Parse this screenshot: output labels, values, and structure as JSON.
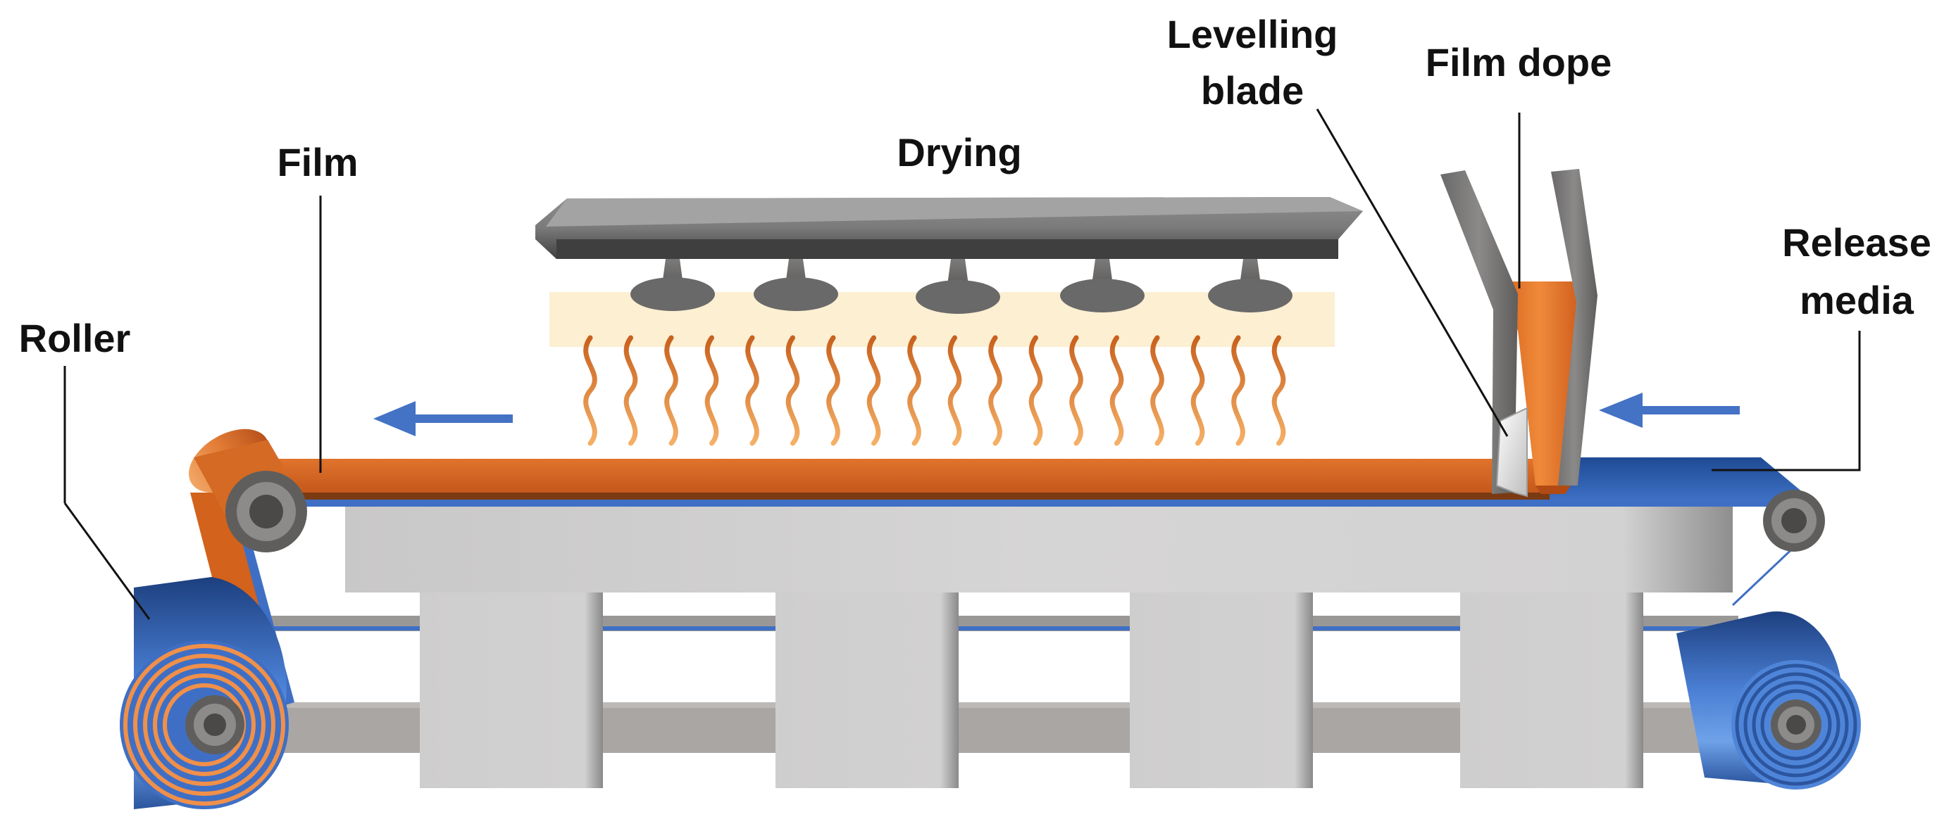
{
  "labels": {
    "levelling_blade_line1": "Levelling",
    "levelling_blade_line2": "blade",
    "film_dope": "Film dope",
    "film": "Film",
    "drying": "Drying",
    "roller": "Roller",
    "release_media_line1": "Release",
    "release_media_line2": "media"
  },
  "colors": {
    "film": "#d2621c",
    "film_light": "#f0a05a",
    "release_media": "#3f6fc4",
    "roller_blue_dark": "#1d3f7f",
    "roller_blue_light": "#6ea2e8",
    "frame_gray": "#d0cfcf",
    "axle_gray": "#a8a5a3",
    "dryer_dark": "#555555",
    "dryer_light": "#8c8c8c",
    "heat_zone": "#fcefd2",
    "arrow": "#4472c4"
  },
  "icons": {
    "heat_wave": "wavy-line",
    "direction_arrow": "arrow-left"
  }
}
